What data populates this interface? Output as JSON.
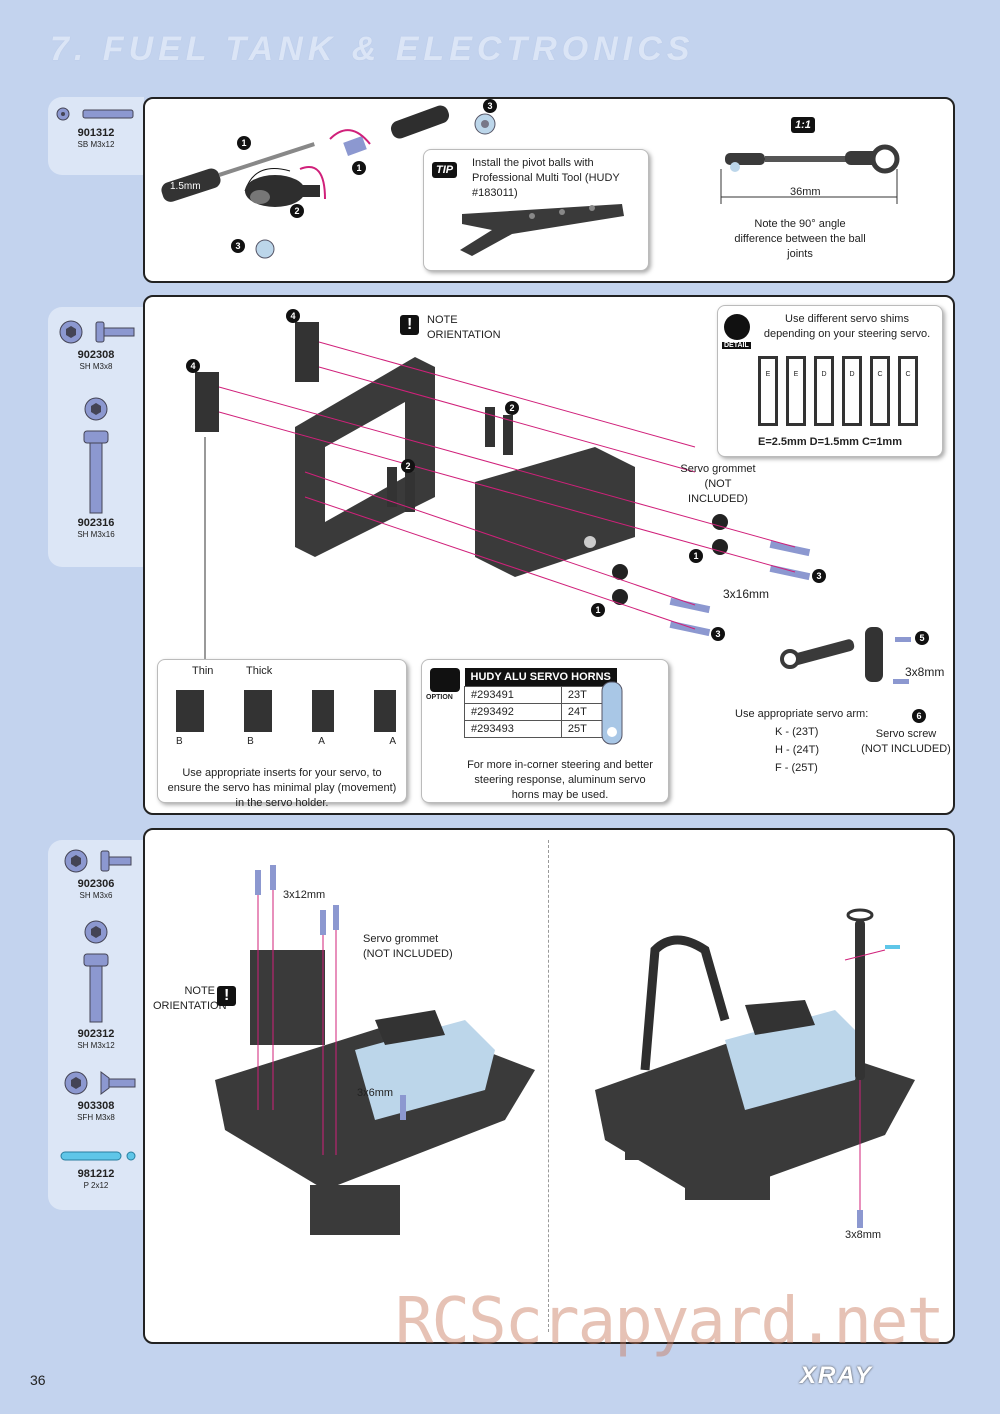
{
  "page": {
    "title": "7. FUEL TANK & ELECTRONICS",
    "page_number": "36",
    "brand": "XRAY",
    "watermark": "RCScrapyard.net"
  },
  "step1": {
    "parts": [
      {
        "num": "901312",
        "sub": "SB M3x12"
      }
    ],
    "tool_label": "1.5mm",
    "tip_badge": "TIP",
    "tip_text": "Install the pivot balls with Professional Multi Tool (HUDY #183011)",
    "scale_badge": "1:1",
    "length": "36mm",
    "note": "Note the 90° angle difference between the ball joints",
    "markers": [
      "1",
      "1",
      "2",
      "3",
      "3"
    ]
  },
  "step2": {
    "parts": [
      {
        "num": "902308",
        "sub": "SH M3x8"
      },
      {
        "num": "902316",
        "sub": "SH M3x16"
      }
    ],
    "note_orientation": "NOTE ORIENTATION",
    "detail_text": "Use different servo shims depending on your steering servo.",
    "detail_badge": "DETAIL",
    "shim_letters": [
      "E",
      "E",
      "D",
      "D",
      "C",
      "C"
    ],
    "shim_sizes": "E=2.5mm  D=1.5mm  C=1mm",
    "servo_grommet": "Servo grommet (NOT INCLUDED)",
    "screw_3x16": "3x16mm",
    "screw_3x8": "3x8mm",
    "servo_screw": "Servo screw (NOT INCLUDED)",
    "servo_arm_label": "Use appropriate servo arm:",
    "servo_arms": [
      "K - (23T)",
      "H - (24T)",
      "F - (25T)"
    ],
    "inserts": {
      "thin": "Thin",
      "thick": "Thick",
      "letters": [
        "B",
        "B",
        "A",
        "A"
      ],
      "text": "Use appropriate inserts for your servo, to ensure the servo has minimal play (movement) in the servo holder."
    },
    "option": {
      "badge": "OPTION",
      "header": "HUDY ALU SERVO HORNS",
      "rows": [
        {
          "part": "#293491",
          "teeth": "23T"
        },
        {
          "part": "#293492",
          "teeth": "24T"
        },
        {
          "part": "#293493",
          "teeth": "25T"
        }
      ],
      "text": "For more in-corner steering and better steering response, aluminum servo horns may be used."
    },
    "markers": [
      "4",
      "4",
      "2",
      "2",
      "1",
      "1",
      "3",
      "3",
      "5",
      "6"
    ]
  },
  "step3": {
    "parts": [
      {
        "num": "902306",
        "sub": "SH M3x6"
      },
      {
        "num": "902312",
        "sub": "SH M3x12"
      },
      {
        "num": "903308",
        "sub": "SFH M3x8"
      },
      {
        "num": "981212",
        "sub": "P 2x12"
      }
    ],
    "screw_3x12": "3x12mm",
    "servo_grommet": "Servo grommet (NOT INCLUDED)",
    "note_orientation": "NOTE ORIENTATION",
    "screw_3x6": "3x6mm",
    "screw_3x8": "3x8mm"
  },
  "colors": {
    "background": "#c3d3ee",
    "accent_magenta": "#d0207a",
    "part_blue": "#7f8fc8",
    "plastic_light_blue": "#bcd6ea"
  }
}
